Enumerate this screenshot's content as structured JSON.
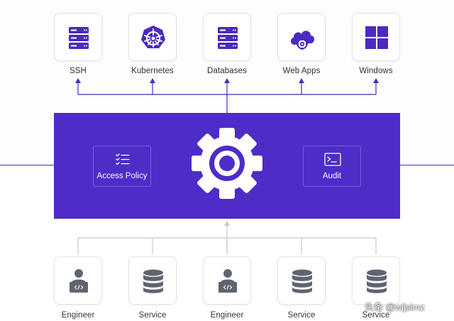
{
  "targets": [
    {
      "label": "SSH",
      "icon": "server-icon"
    },
    {
      "label": "Kubernetes",
      "icon": "kubernetes-icon"
    },
    {
      "label": "Databases",
      "icon": "server-icon"
    },
    {
      "label": "Web Apps",
      "icon": "cloud-gear-icon"
    },
    {
      "label": "Windows",
      "icon": "windows-icon"
    }
  ],
  "core": {
    "left_panel": {
      "label": "Access Policy",
      "icon": "checklist-icon"
    },
    "center": {
      "icon": "gear-icon"
    },
    "right_panel": {
      "label": "Audit",
      "icon": "terminal-icon"
    }
  },
  "clients": [
    {
      "label": "Engineer",
      "icon": "engineer-laptop-icon"
    },
    {
      "label": "Service",
      "icon": "database-icon"
    },
    {
      "label": "Engineer",
      "icon": "engineer-laptop-icon"
    },
    {
      "label": "Service",
      "icon": "database-icon"
    },
    {
      "label": "Service",
      "icon": "database-icon"
    }
  ],
  "watermark": {
    "text": "头条 @wljslmz"
  },
  "colors": {
    "brand": "#4e2cc8",
    "icon_purple": "#4b2ac0",
    "icon_gray": "#5f6470",
    "connector_purple": "#4b2ac0",
    "connector_gray": "#c8c8cf"
  }
}
